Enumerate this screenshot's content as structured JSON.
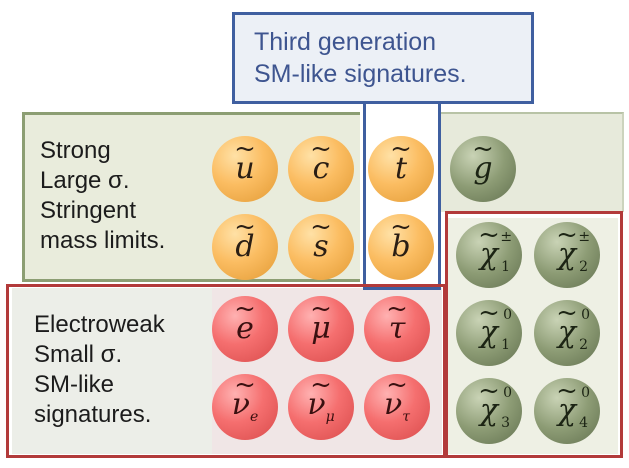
{
  "header": {
    "line1": "Third generation",
    "line2": "SM-like signatures."
  },
  "strong": {
    "line1": "Strong",
    "line2": "Large σ.",
    "line3": "Stringent",
    "line4": "mass limits."
  },
  "electroweak": {
    "line1": "Electroweak",
    "line2": "Small σ.",
    "line3": "SM-like",
    "line4": "signatures."
  },
  "particles": {
    "u": {
      "base": "u",
      "tilde": "~"
    },
    "c": {
      "base": "c",
      "tilde": "~"
    },
    "t": {
      "base": "t",
      "tilde": "~"
    },
    "g": {
      "base": "g",
      "tilde": "~"
    },
    "d": {
      "base": "d",
      "tilde": "~"
    },
    "s": {
      "base": "s",
      "tilde": "~"
    },
    "b": {
      "base": "b",
      "tilde": "~"
    },
    "chi1pm": {
      "base": "χ",
      "tilde": "~",
      "sup": "±",
      "sub": "1"
    },
    "chi2pm": {
      "base": "χ",
      "tilde": "~",
      "sup": "±",
      "sub": "2"
    },
    "e": {
      "base": "e",
      "tilde": "~"
    },
    "mu": {
      "base": "μ",
      "tilde": "~"
    },
    "tau": {
      "base": "τ",
      "tilde": "~"
    },
    "chi10": {
      "base": "χ",
      "tilde": "~",
      "sup": "0",
      "sub": "1"
    },
    "chi20": {
      "base": "χ",
      "tilde": "~",
      "sup": "0",
      "sub": "2"
    },
    "nue": {
      "base": "ν",
      "tilde": "~",
      "sub": "e"
    },
    "numu": {
      "base": "ν",
      "tilde": "~",
      "sub": "μ"
    },
    "nutau": {
      "base": "ν",
      "tilde": "~",
      "sub": "τ"
    },
    "chi30": {
      "base": "χ",
      "tilde": "~",
      "sup": "0",
      "sub": "3"
    },
    "chi40": {
      "base": "χ",
      "tilde": "~",
      "sup": "0",
      "sub": "4"
    }
  },
  "colors": {
    "squark": "#fbbd62",
    "slepton": "#f56f6f",
    "gaugino": "#8d9c75",
    "third_gen_frame": "#3f5fa0",
    "electroweak_frame": "#b23a3a",
    "strong_frame": "#8c9e73"
  }
}
